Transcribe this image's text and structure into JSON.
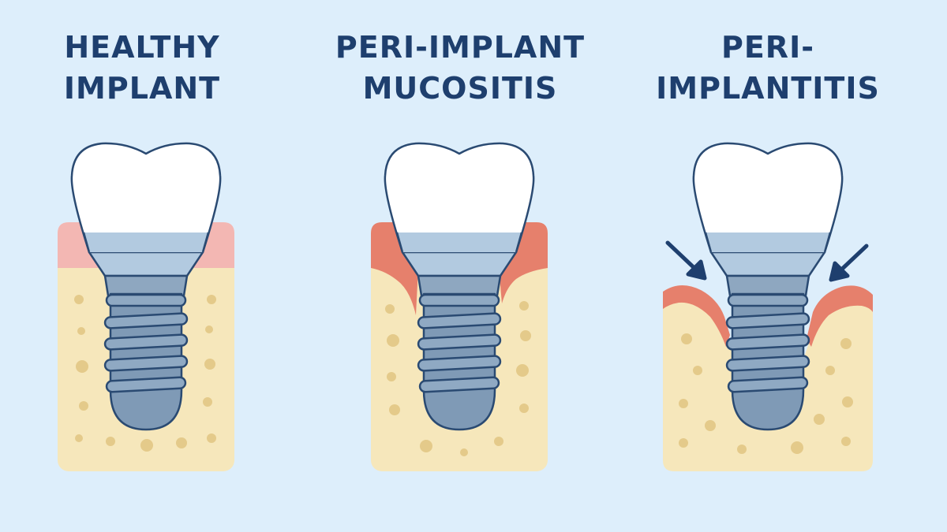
{
  "panels": [
    {
      "title_lines": [
        "HEALTHY",
        "IMPLANT"
      ]
    },
    {
      "title_lines": [
        "PERI-IMPLANT",
        "MUCOSITIS"
      ]
    },
    {
      "title_lines": [
        "PERI-",
        "IMPLANTITIS"
      ]
    }
  ],
  "colors": {
    "background": "#ddeefb",
    "title": "#1e3f6e",
    "bone": "#f6e7bb",
    "bone_pore": "#e4ca8a",
    "gum_healthy": "#f3b7b3",
    "gum_inflamed": "#e6806c",
    "crown": "#ffffff",
    "abutment": "#b2cae0",
    "implant_body": "#7f9ab6",
    "outline": "#2a4a72",
    "arrow": "#1e3f6e"
  }
}
